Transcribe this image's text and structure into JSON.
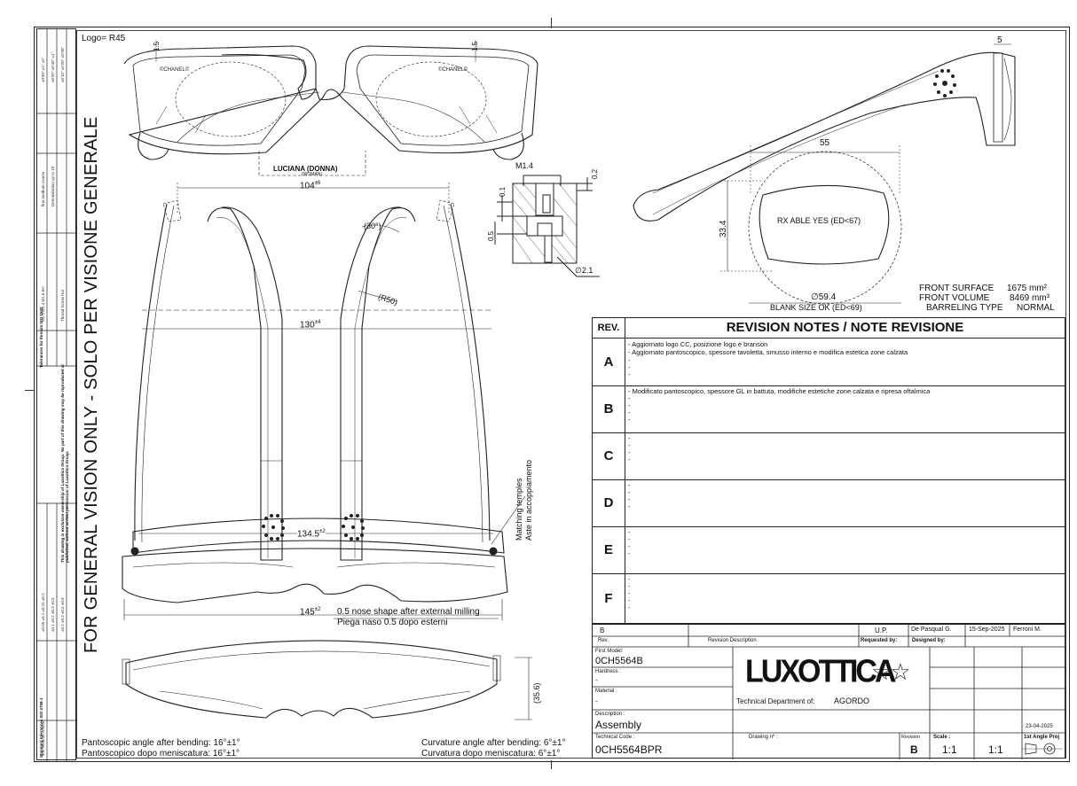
{
  "drawing": {
    "logo": "Logo= R45",
    "model_name_box": "LUCIANA (DONNA)",
    "model_name_box_sub": "(WOMAN)",
    "dims": {
      "d104": "104",
      "d104_tol": "±6",
      "d130": "130",
      "d130_tol": "±4",
      "d134": "134.5",
      "d134_tol": "±2",
      "d145": "145",
      "d145_tol": "±2",
      "d35_6": "(35.6)",
      "d30": "(30°)",
      "r50": "(R50)",
      "d1_5_left": "1.5",
      "d1_5_right": "1.5",
      "d5": "5",
      "m1_4": "M1.4",
      "d0_1": "0.1",
      "d0_2": "0.2",
      "d0_5": "0.5",
      "d2_1": "∅2.1",
      "d55": "55",
      "d33_4": "33.4",
      "d59_4": "∅59.4"
    },
    "rx_able": "RX ABLE YES (ED<67)",
    "blank_size": "BLANK SIZE OK (ED<69)",
    "front_surface_label": "FRONT SURFACE",
    "front_surface_value": "1675 mm²",
    "front_volume_label": "FRONT VOLUME",
    "front_volume_value": "8469 mm³",
    "barreling_label": "BARRELING TYPE",
    "barreling_value": "NORMAL",
    "matching_temples": "Matching temples",
    "matching_temples_it": "Aste in accoppiamento",
    "nose_shape": "0.5 nose shape after external milling",
    "nose_shape_it": "Piega naso 0.5 dopo esterni",
    "panto_en": "Pantoscopic angle after bending: 16°±1°",
    "panto_it": "Pantoscopico dopo meniscatura: 16°±1°",
    "curv_en": "Curvature angle after bending: 6°±1°",
    "curv_it": "Curvatura dopo meniscatura: 6°±1°",
    "vision_text": "FOR GENERAL VISION ONLY - SOLO PER VISIONE GENERALE",
    "brand_mark": "CHANEL"
  },
  "revision": {
    "header_rev": "REV.",
    "header_title": "REVISION NOTES / NOTE REVISIONE",
    "rows": [
      {
        "letter": "A",
        "notes": [
          "- Aggiornato logo CC, posizione logo e branson",
          "- Aggiornato pantoscopico, spessore tavoletta, smusso interno e modifica estetica zone calzata"
        ]
      },
      {
        "letter": "B",
        "notes": [
          "- Modificato pantoscopico, spessore GL in battuta, modifiche estetiche zone calzata e ripresa oftalmica"
        ]
      },
      {
        "letter": "C",
        "notes": []
      },
      {
        "letter": "D",
        "notes": []
      },
      {
        "letter": "E",
        "notes": []
      },
      {
        "letter": "F",
        "notes": []
      }
    ]
  },
  "title_block": {
    "rev_letter": "B",
    "up": "U.P.",
    "requested": "De Pasqual G.",
    "date": "15-Sep-2025",
    "designed_by": "Ferroni M.",
    "rev_label": "Rev.",
    "revision_description": "Revision Description",
    "requested_by": "Requested by:",
    "designed_by_label": "Designed by:",
    "first_model_label": "First Model:",
    "first_model": "0CH5564B",
    "hardness_label": "Hardness :",
    "hardness": "-",
    "material_label": "Material :",
    "material": "-",
    "description_label": "Description :",
    "description": "Assembly",
    "technical_code_label": "Technical Code :",
    "technical_code": "0CH5564BPR",
    "drawing_no_label": "Drawing nº :",
    "revision_label": "Revision",
    "revision": "B",
    "scale_label": "Scale :",
    "scale": "1:1",
    "scale2": "1:1",
    "projection": "1st Angle Proj",
    "company": "LUXOTTICA",
    "tech_dept_label": "Technical Department of:",
    "tech_dept": "AGORDO",
    "side_date": "23-04-2025"
  },
  "legend": {
    "ownership": "This drawing is exclusive ownership of Luxottica Group. No part of this drawing may be reproduced or published, without written permission of Luxottica Group.",
    "tolerances_title": "Tolerances for threads ISO 1502",
    "standard_title": "Standard tolerances ISO 2768-1"
  }
}
